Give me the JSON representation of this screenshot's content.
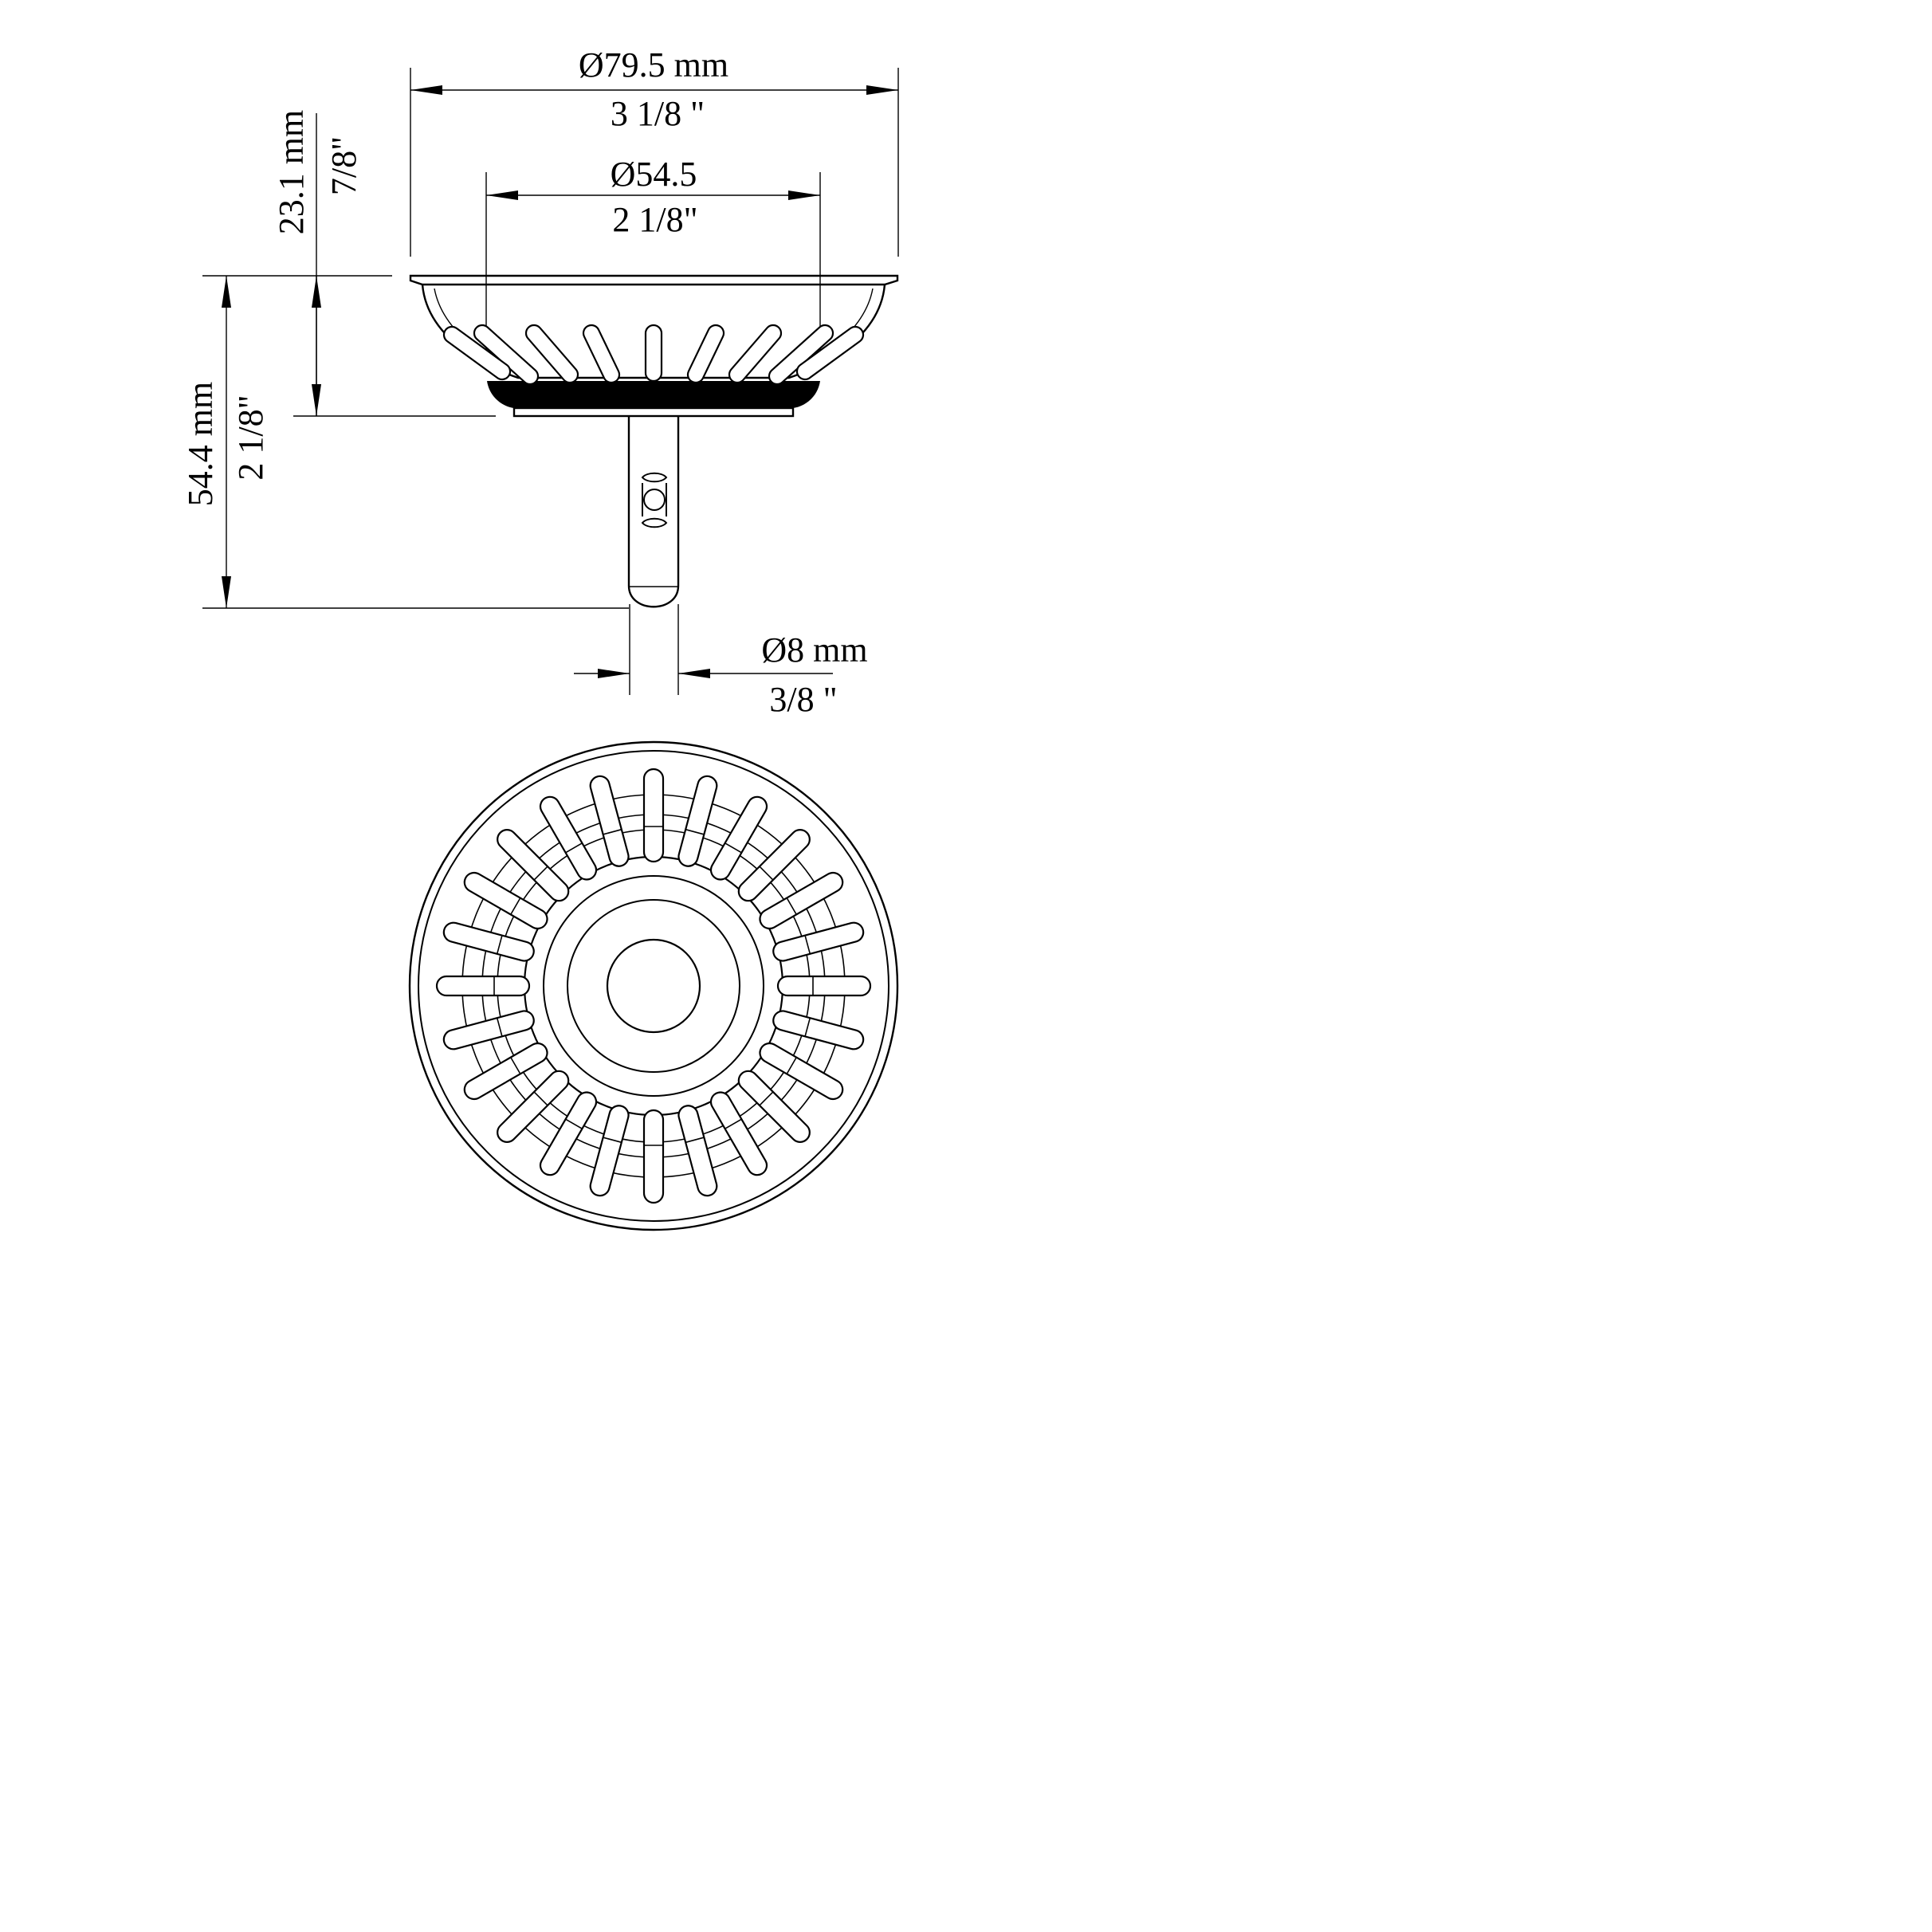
{
  "dimensions": {
    "outer_diameter_mm": "Ø79.5 mm",
    "outer_diameter_in": "3 1/8 \"",
    "inner_diameter_mm": "Ø54.5",
    "inner_diameter_in": "2 1/8\"",
    "rim_height_mm": "23.1 mm",
    "rim_height_in": "7/8\"",
    "total_height_mm": "54.4 mm",
    "total_height_in": "2 1/8\"",
    "stem_diameter_mm": "Ø8 mm",
    "stem_diameter_in": "3/8 \""
  },
  "colors": {
    "line": "#000000",
    "gasket": "#000000",
    "background": "#ffffff"
  },
  "views": {
    "top": "side-view",
    "bottom": "plan-view"
  }
}
